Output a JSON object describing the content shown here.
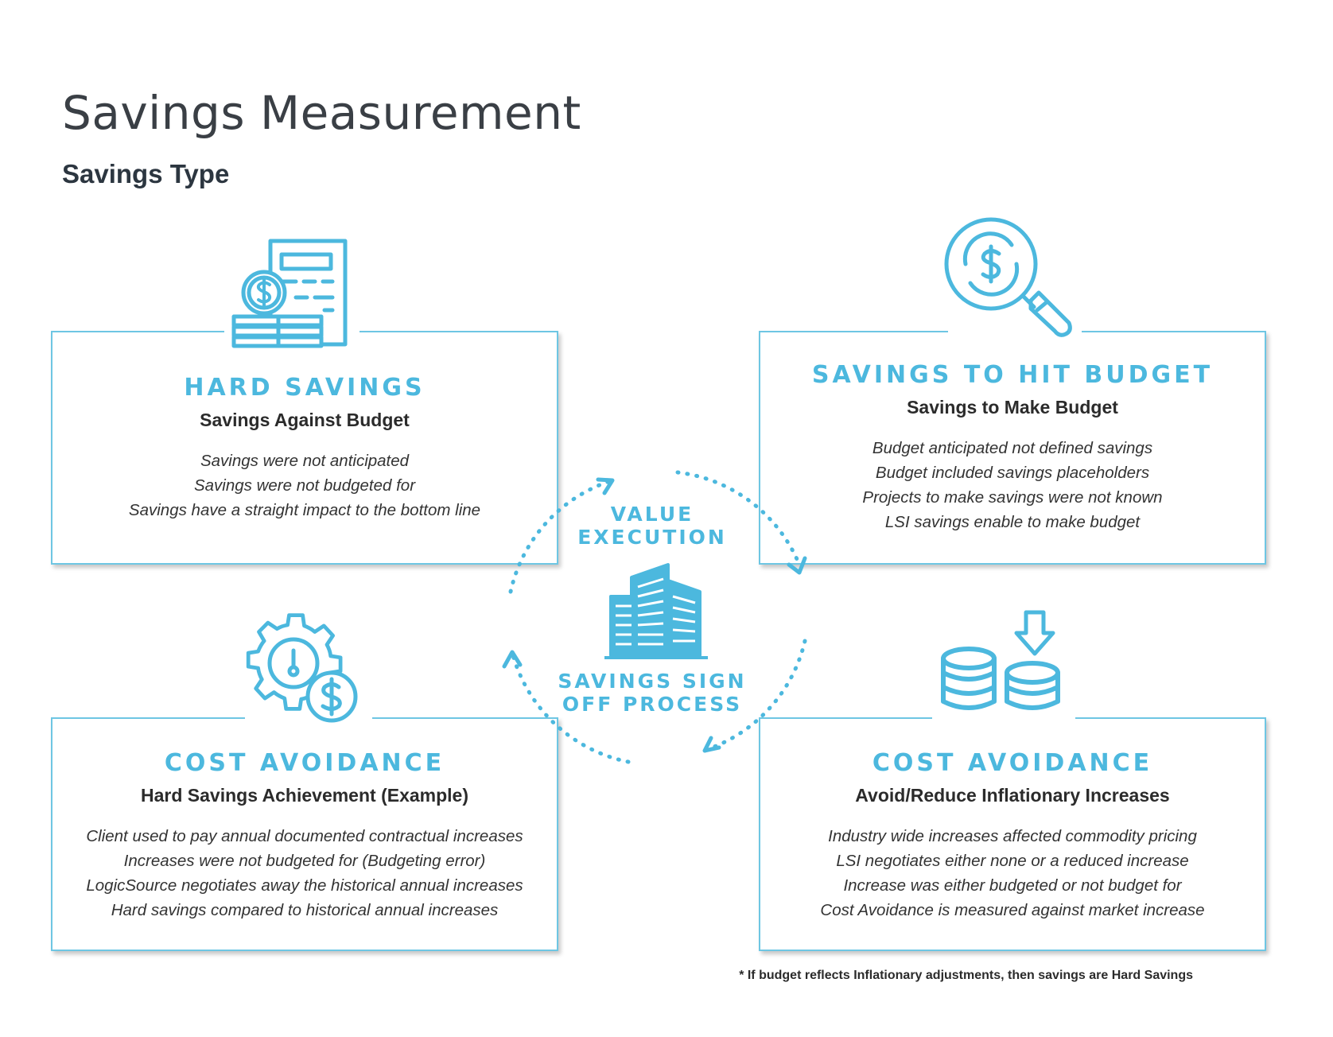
{
  "header": {
    "title": "Savings Measurement",
    "subtitle": "Savings Type"
  },
  "cards": [
    {
      "heading": "HARD SAVINGS",
      "subheading": "Savings Against Budget",
      "lines": [
        "Savings were not anticipated",
        "Savings were not budgeted for",
        "Savings have a straight impact to the bottom line"
      ],
      "icon": "budget-document-coins-icon"
    },
    {
      "heading": "SAVINGS TO HIT BUDGET",
      "subheading": "Savings to Make Budget",
      "lines": [
        "Budget anticipated not defined savings",
        "Budget included savings placeholders",
        "Projects to make savings were not known",
        "LSI savings enable to make budget"
      ],
      "icon": "magnifier-dollar-icon"
    },
    {
      "heading": "COST AVOIDANCE",
      "subheading": "Hard Savings Achievement (Example)",
      "lines": [
        "Client used to pay annual documented contractual increases",
        "Increases were not budgeted for (Budgeting error)",
        "LogicSource negotiates away the historical annual increases",
        "Hard savings compared to historical annual increases"
      ],
      "icon": "gear-dollar-icon"
    },
    {
      "heading": "COST AVOIDANCE",
      "subheading": "Avoid/Reduce Inflationary Increases",
      "lines": [
        "Industry wide increases affected commodity pricing",
        "LSI negotiates either none or a reduced increase",
        "Increase was either budgeted or not budget for",
        "Cost Avoidance is measured against market increase"
      ],
      "icon": "coin-stacks-down-arrow-icon"
    }
  ],
  "center": {
    "top_label_line1": "VALUE",
    "top_label_line2": "EXECUTION",
    "bottom_label_line1": "SAVINGS SIGN",
    "bottom_label_line2": "OFF PROCESS",
    "icon": "office-buildings-icon"
  },
  "footnote": "* If budget reflects Inflationary adjustments, then savings are Hard Savings",
  "colors": {
    "accent": "#4cb8de",
    "border": "#6ec6e3",
    "text": "#2b2b2b"
  }
}
